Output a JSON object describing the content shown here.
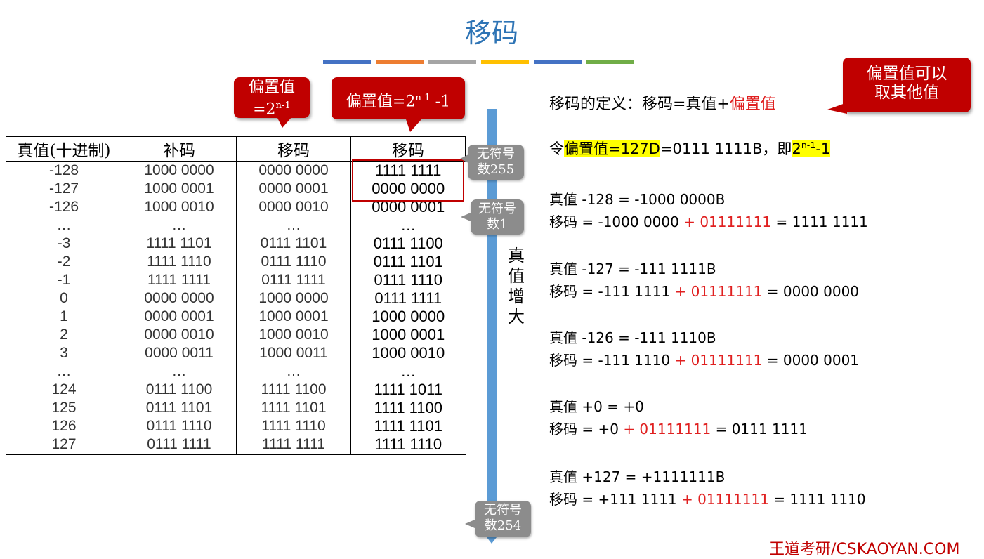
{
  "title": "移码",
  "colors": {
    "title": "#2e74b5",
    "callout": "#c00000",
    "axis": "#5b9bd5",
    "gray_bubble": "#8c8c8c",
    "highlight": "#ffff00",
    "colorbar": [
      "#4472c4",
      "#ed7d31",
      "#a5a5a5",
      "#ffc000",
      "#4472c4",
      "#70ad47"
    ]
  },
  "callouts": {
    "bias1_text": "偏置值",
    "bias1_formula_base": "=2",
    "bias1_formula_exp": "n-1",
    "bias2_text": "偏置值=2",
    "bias2_exp": "n-1",
    "bias2_suffix": " -1",
    "other_line1": "偏置值可以",
    "other_line2": "取其他值"
  },
  "table": {
    "headers": [
      "真值(十进制)",
      "补码",
      "移码",
      "移码"
    ],
    "rows": [
      [
        "-128",
        "1000 0000",
        "0000 0000",
        "1111 1111"
      ],
      [
        "-127",
        "1000 0001",
        "0000 0001",
        "0000 0000"
      ],
      [
        "-126",
        "1000 0010",
        "0000 0010",
        "0000 0001"
      ],
      [
        "…",
        "…",
        "…",
        "…"
      ],
      [
        "-3",
        "1111 1101",
        "0111 1101",
        "0111 1100"
      ],
      [
        "-2",
        "1111 1110",
        "0111 1110",
        "0111 1101"
      ],
      [
        "-1",
        "1111 1111",
        "0111 1111",
        "0111 1110"
      ],
      [
        "0",
        "0000 0000",
        "1000 0000",
        "0111 1111"
      ],
      [
        "1",
        "0000 0001",
        "1000 0001",
        "1000 0000"
      ],
      [
        "2",
        "0000 0010",
        "1000 0010",
        "1000 0001"
      ],
      [
        "3",
        "0000 0011",
        "1000 0011",
        "1000 0010"
      ],
      [
        "…",
        "…",
        "…",
        "…"
      ],
      [
        "124",
        "0111 1100",
        "1111 1100",
        "1111 1011"
      ],
      [
        "125",
        "0111 1101",
        "1111 1101",
        "1111 1100"
      ],
      [
        "126",
        "0111 1110",
        "1111 1110",
        "1111 1101"
      ],
      [
        "127",
        "0111 1111",
        "1111 1111",
        "1111 1110"
      ]
    ]
  },
  "axis_label": [
    "真",
    "值",
    "增",
    "大"
  ],
  "bubbles": {
    "b255_l1": "无符号",
    "b255_l2": "数255",
    "b1_l1": "无符号",
    "b1_l2": "数1",
    "b254_l1": "无符号",
    "b254_l2": "数254"
  },
  "right": {
    "def_prefix": "移码的定义：移码=真值+",
    "def_bias": "偏置值",
    "let_prefix": "令",
    "let_hl": "偏置值=127D",
    "let_mid": "=0111 1111B，即",
    "let_hl2_base": "2",
    "let_hl2_exp": "n-1",
    "let_hl2_suffix": "-1",
    "examples": [
      {
        "true_label": "真值",
        "true_val": " -128 = -1000 0000B",
        "code_label": "移码",
        "code_pre": " = -1000 0000 ",
        "plus": "+ 01111111",
        "code_post": " = 1111 1111"
      },
      {
        "true_label": "真值",
        "true_val": " -127 = -111 1111B",
        "code_label": "移码",
        "code_pre": " = -111 1111 ",
        "plus": "+ 01111111",
        "code_post": " = 0000 0000"
      },
      {
        "true_label": "真值",
        "true_val": " -126 = -111 1110B",
        "code_label": "移码",
        "code_pre": " = -111 1110 ",
        "plus": "+ 01111111",
        "code_post": " = 0000 0001"
      },
      {
        "true_label": "真值",
        "true_val": " +0 = +0",
        "code_label": "移码",
        "code_pre": " = +0 ",
        "plus": "+ 01111111",
        "code_post": " = 0111 1111"
      },
      {
        "true_label": "真值",
        "true_val": " +127 = +1111111B",
        "code_label": "移码",
        "code_pre": " = +111 1111 ",
        "plus": "+ 01111111",
        "code_post": " = 1111 1110"
      }
    ]
  },
  "footer": "王道考研/CSKAOYAN.COM"
}
